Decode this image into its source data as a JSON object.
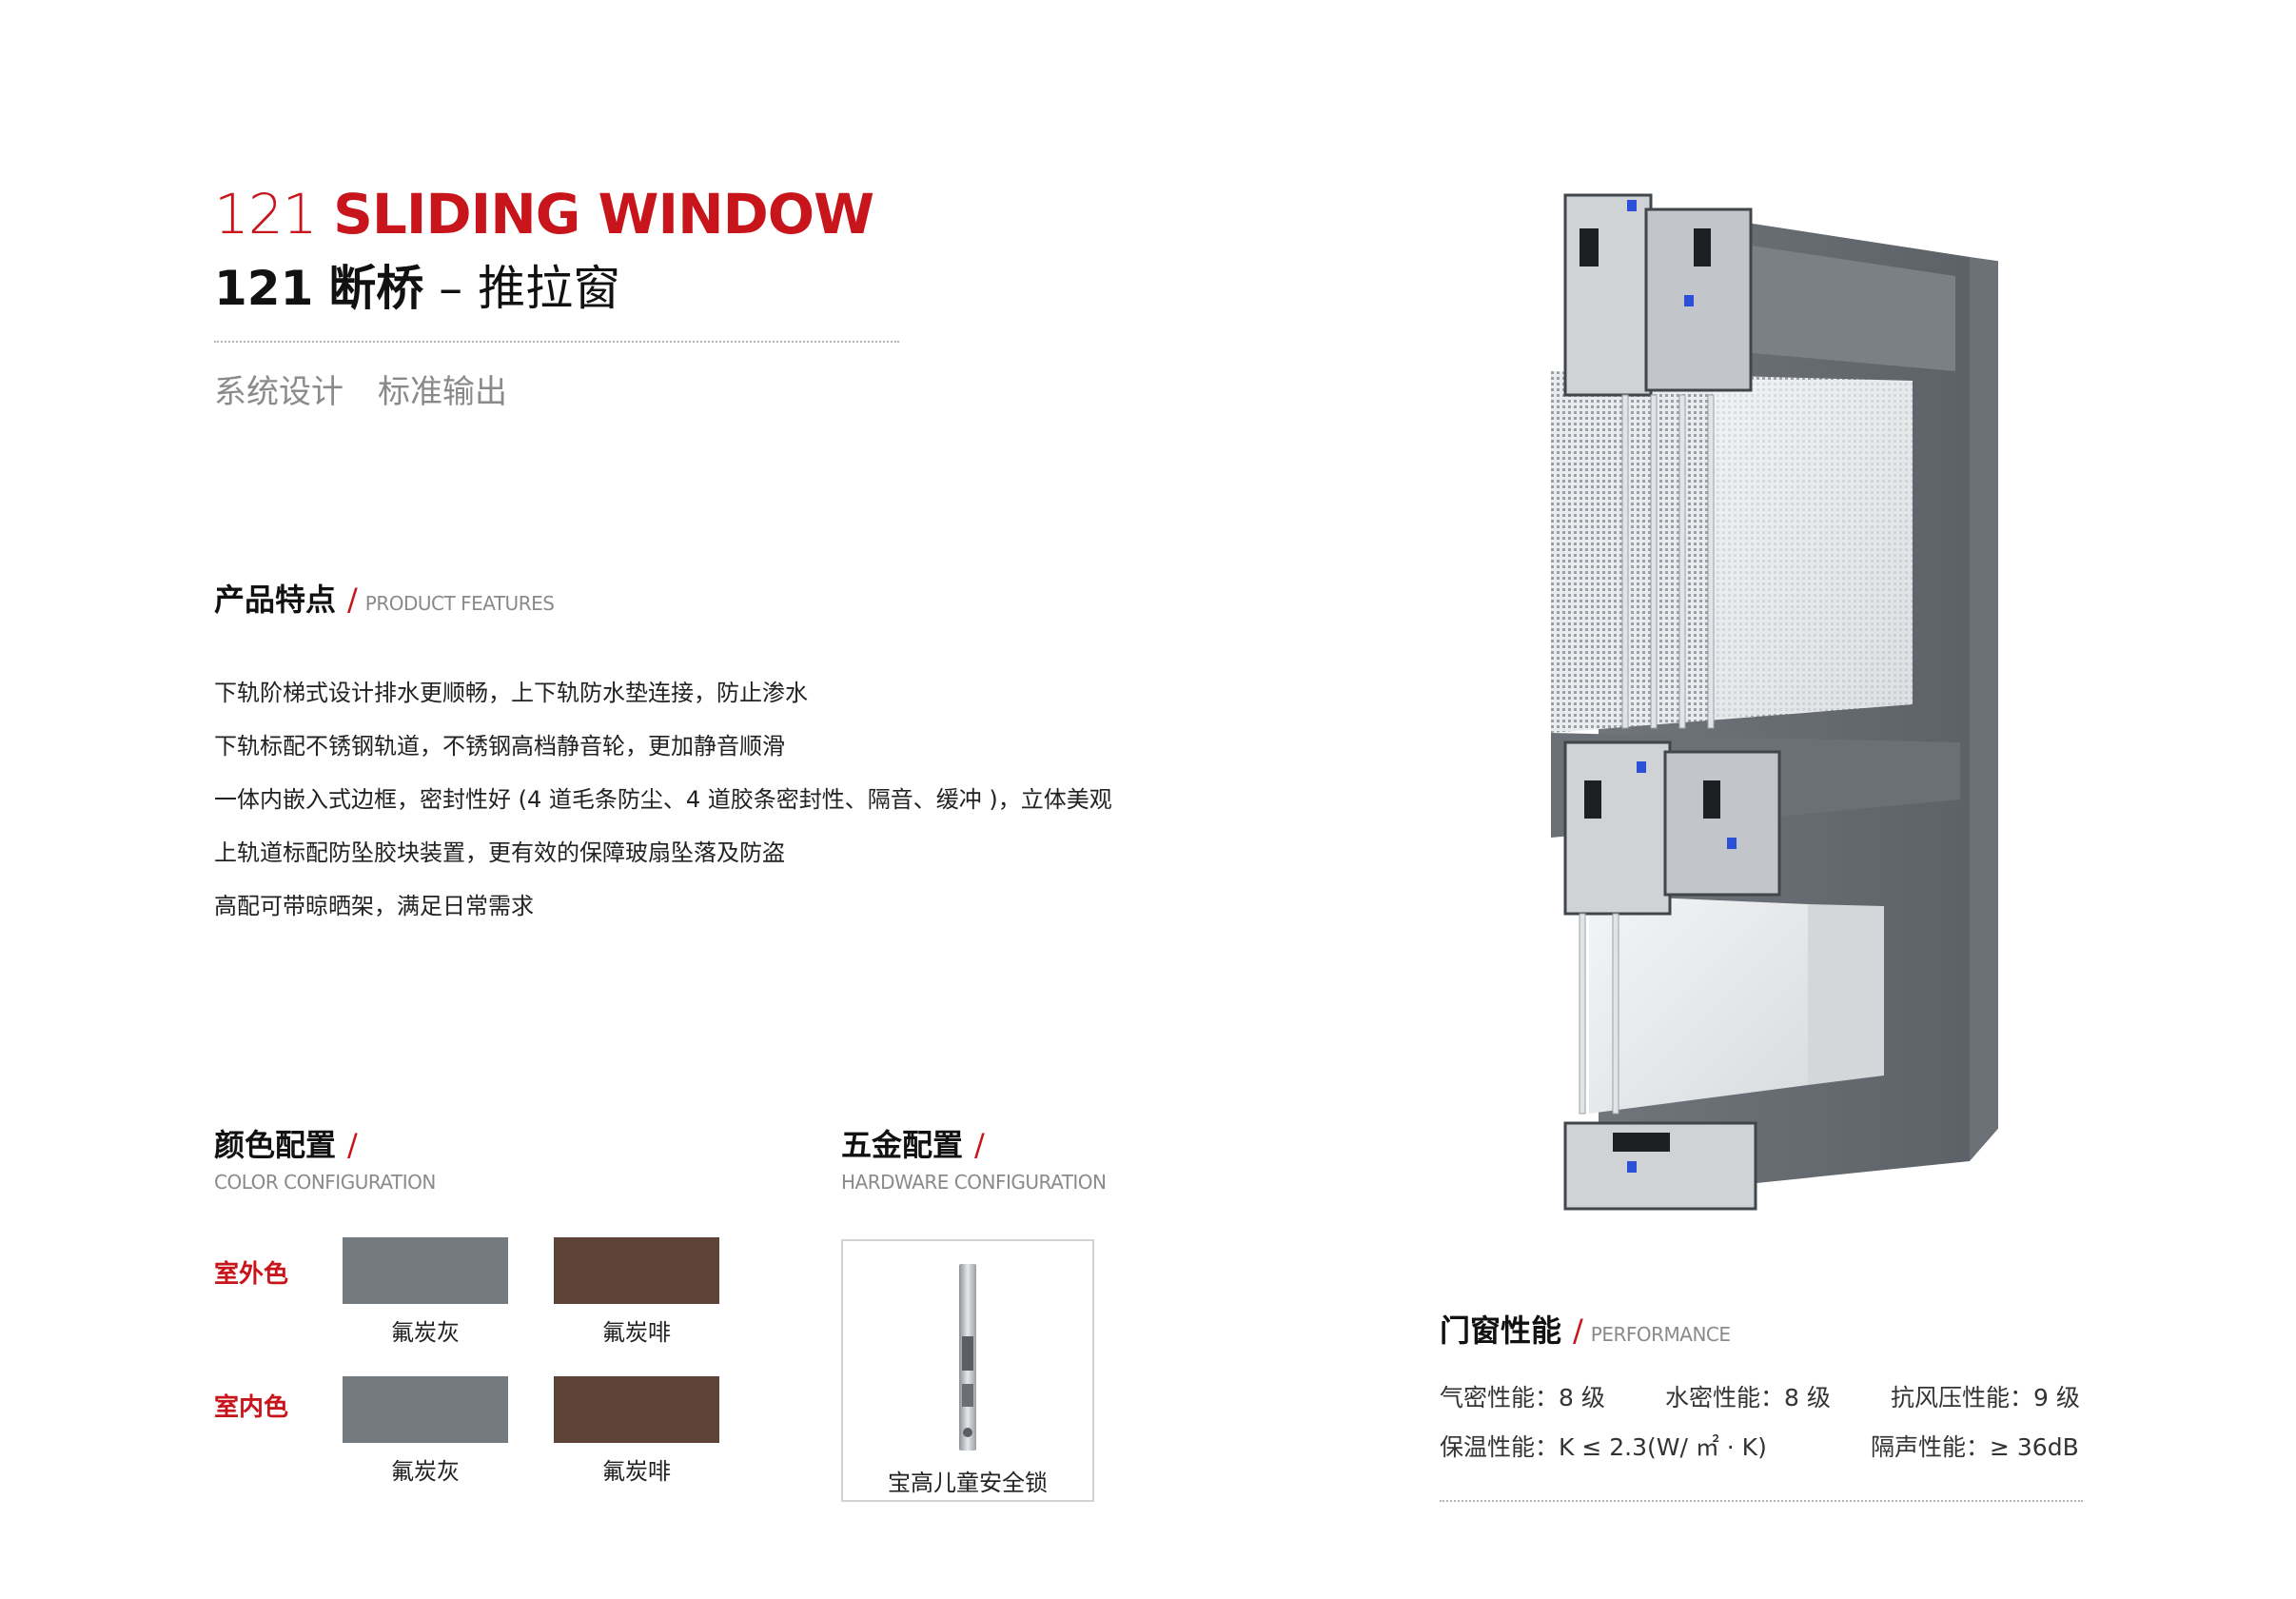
{
  "header": {
    "title_num": "121",
    "title_name": "SLIDING WINDOW",
    "title_cn_num": "121",
    "title_cn_bold": "断桥",
    "title_cn_rest": " – 推拉窗",
    "subtitle_1": "系统设计",
    "subtitle_2": "标准输出"
  },
  "features": {
    "title": "产品特点",
    "slash": "/",
    "title_en": "PRODUCT FEATURES",
    "items": [
      "下轨阶梯式设计排水更顺畅，上下轨防水垫连接，防止渗水",
      "下轨标配不锈钢轨道，不锈钢高档静音轮，更加静音顺滑",
      "一体内嵌入式边框，密封性好 (4 道毛条防尘、4 道胶条密封性、隔音、缓冲 )，立体美观",
      "上轨道标配防坠胶块装置，更有效的保障玻扇坠落及防盗",
      "高配可带晾晒架，满足日常需求"
    ]
  },
  "color": {
    "title": "颜色配置",
    "slash": "/",
    "title_en": "COLOR CONFIGURATION",
    "rows": [
      {
        "label": "室外色",
        "swatches": [
          {
            "name": "氟炭灰",
            "color": "#737a80"
          },
          {
            "name": "氟炭啡",
            "color": "#5e4438"
          }
        ]
      },
      {
        "label": "室内色",
        "swatches": [
          {
            "name": "氟炭灰",
            "color": "#737a80"
          },
          {
            "name": "氟炭啡",
            "color": "#5e4438"
          }
        ]
      }
    ]
  },
  "hardware": {
    "title": "五金配置",
    "slash": "/",
    "title_en": "HARDWARE CONFIGURATION",
    "item_name": "宝高儿童安全锁"
  },
  "performance": {
    "title": "门窗性能",
    "slash": "/",
    "title_en": "PERFORMANCE",
    "air": "气密性能：8 级",
    "water": "水密性能：8 级",
    "wind": "抗风压性能：9 级",
    "thermal": "保温性能：K ≤ 2.3(W/ ㎡ · K)",
    "sound": "隔声性能：≥ 36dB"
  },
  "colors": {
    "accent": "#c8151b",
    "frame_gray": "#737a80",
    "frame_brown": "#5e4438"
  }
}
